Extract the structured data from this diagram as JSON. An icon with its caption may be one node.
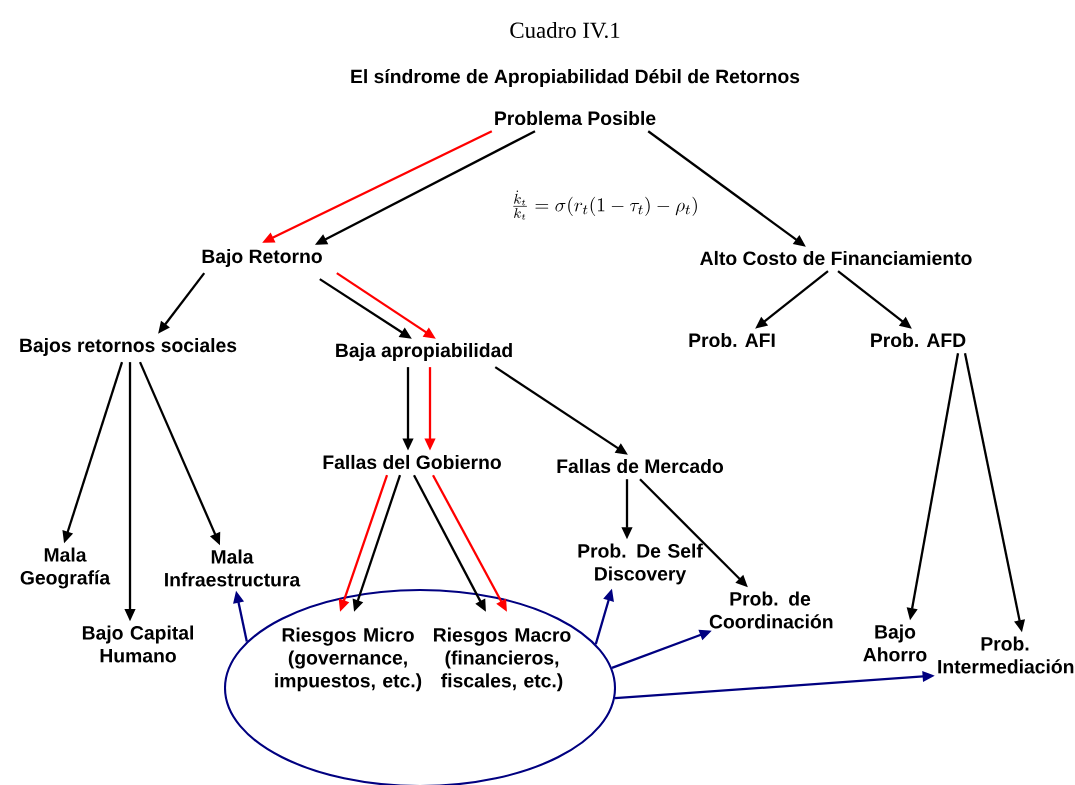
{
  "diagram": {
    "title": "Cuadro IV.1",
    "nodes": [
      {
        "text": [
          "Problema Posible"
        ]
      },
      {
        "text": [
          "Bajo Retorno"
        ]
      },
      {
        "text": [
          "Alto Costo de Financiamiento"
        ]
      },
      {
        "text": [
          "Bajos retornos sociales"
        ]
      },
      {
        "text": [
          "Baja apropiabilidad"
        ]
      },
      {
        "text": [
          "Prob. AFI"
        ]
      },
      {
        "text": [
          "Prob. AFD"
        ]
      },
      {
        "text": [
          "Fallas del Gobierno"
        ]
      },
      {
        "text": [
          "Fallas de Mercado"
        ]
      },
      {
        "text": [
          "Mala Geografía"
        ]
      },
      {
        "text": [
          "Bajo Capital Humano"
        ]
      },
      {
        "text": [
          "Mala Infraestructura"
        ]
      },
      {
        "text": [
          "Prob. De Self Discovery"
        ]
      },
      {
        "text": [
          "Prob. de Coordinación"
        ]
      },
      {
        "text": [
          "Bajo Ahorro"
        ]
      },
      {
        "text": [
          "Prob. Intermediación"
        ]
      },
      {
        "text": [],
        "shape": "ellipse"
      },
      {
        "text": [
          "Riesgos Micro (governance, impuestos, etc.)"
        ],
        "in": 16
      },
      {
        "text": [
          "Riesgos Macro (financieros, fiscales, etc.)"
        ],
        "in": 16
      }
    ],
    "edges": [
      {
        "from": 0,
        "to": 1,
        "arrow": "to",
        "color": "#ff0000"
      },
      {
        "from": 0,
        "to": 1,
        "arrow": "to"
      },
      {
        "from": 0,
        "to": 2,
        "arrow": "to"
      },
      {
        "from": 1,
        "to": 3,
        "arrow": "to"
      },
      {
        "from": 1,
        "to": 4,
        "arrow": "to"
      },
      {
        "from": 1,
        "to": 4,
        "arrow": "to",
        "color": "#ff0000"
      },
      {
        "from": 4,
        "to": 7,
        "arrow": "to"
      },
      {
        "from": 4,
        "to": 7,
        "arrow": "to",
        "color": "#ff0000"
      },
      {
        "from": 4,
        "to": 8,
        "arrow": "to"
      },
      {
        "from": 2,
        "to": 5,
        "arrow": "to"
      },
      {
        "from": 2,
        "to": 6,
        "arrow": "to"
      },
      {
        "from": 3,
        "to": 9,
        "arrow": "to"
      },
      {
        "from": 3,
        "to": 10,
        "arrow": "to"
      },
      {
        "from": 3,
        "to": 11,
        "arrow": "to"
      },
      {
        "from": 7,
        "to": 17,
        "arrow": "to",
        "color": "#ff0000"
      },
      {
        "from": 7,
        "to": 17,
        "arrow": "to"
      },
      {
        "from": 7,
        "to": 18,
        "arrow": "to"
      },
      {
        "from": 7,
        "to": 18,
        "arrow": "to",
        "color": "#ff0000"
      },
      {
        "from": 8,
        "to": 12,
        "arrow": "to"
      },
      {
        "from": 8,
        "to": 13,
        "arrow": "to"
      },
      {
        "from": 6,
        "to": 14,
        "arrow": "to"
      },
      {
        "from": 6,
        "to": 15,
        "arrow": "to"
      },
      {
        "from": 16,
        "to": 11,
        "arrow": "to",
        "color": "#000080"
      },
      {
        "from": 16,
        "to": 12,
        "arrow": "to",
        "color": "#000080"
      },
      {
        "from": 16,
        "to": 13,
        "arrow": "to",
        "color": "#000080"
      },
      {
        "from": 16,
        "to": 15,
        "arrow": "to",
        "color": "#000080"
      }
    ],
    "labels": [
      "El síndrome de Apropiabilidad Débil de Retornos",
      "\\frac{\\dot{k}_t}{k_t} = \\sigma(r_t(1-\\tau_t)-\\rho_t)"
    ]
  }
}
